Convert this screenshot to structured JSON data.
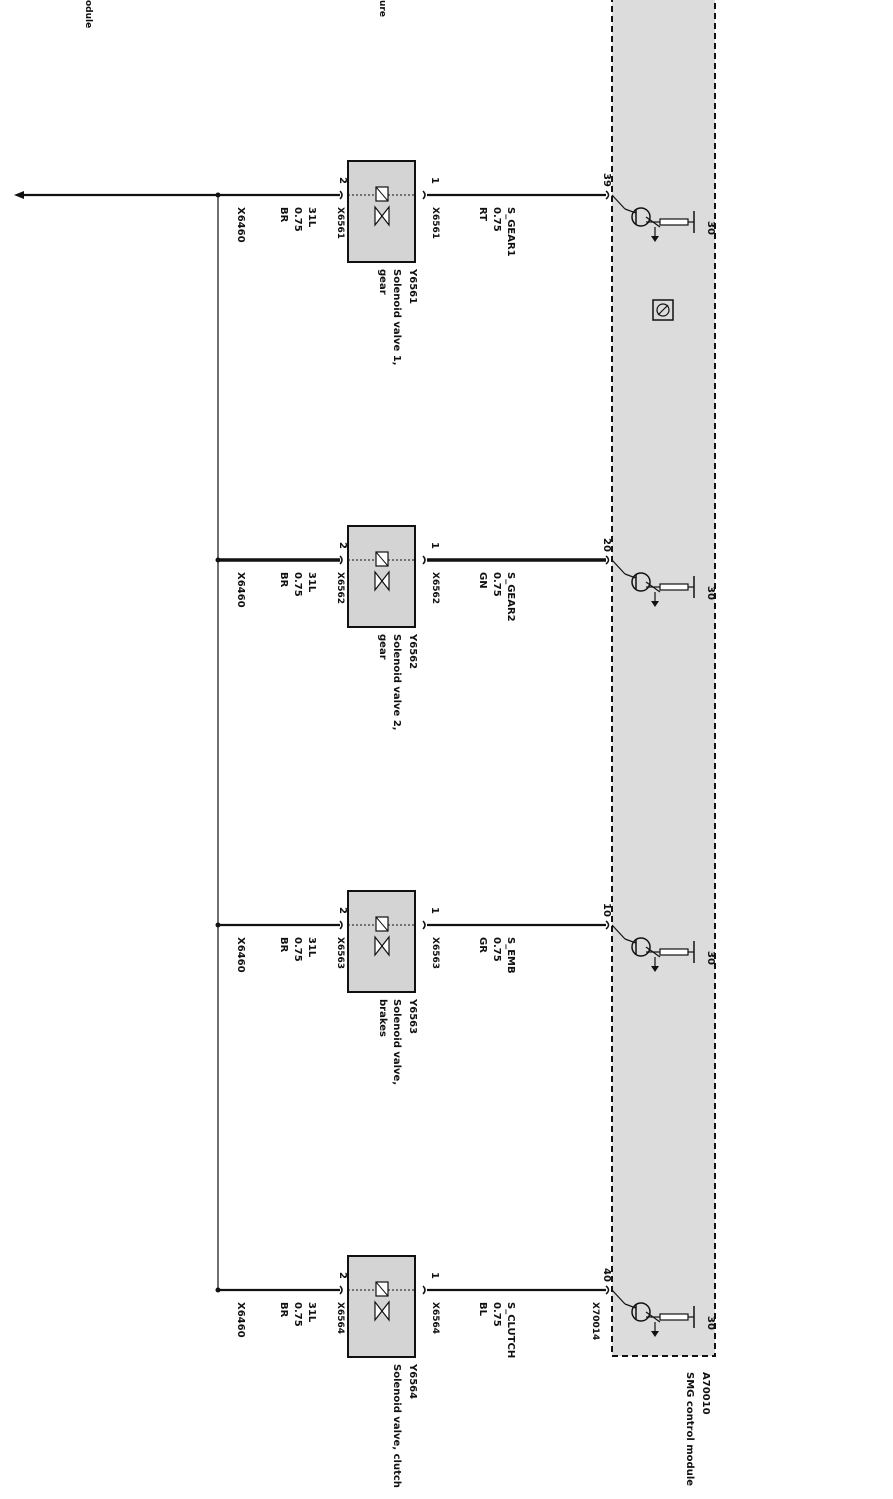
{
  "diagram": {
    "top_fragments": {
      "left": "odule",
      "right": "ure"
    },
    "ground_connector": "X6460",
    "module": {
      "id": "A70010",
      "name": "SMG control module",
      "connector": "X70014",
      "pin_ref": "30"
    },
    "valves": [
      {
        "id": "Y6561",
        "desc_line1": "Solenoid valve 1,",
        "desc_line2": "gear",
        "connector": "X6561",
        "pin1": "1",
        "pin2": "2",
        "signal": "S_GEAR1",
        "sig_size": "0.75",
        "sig_color": "RT",
        "gnd_wire": "31L",
        "gnd_size": "0.75",
        "gnd_color": "BR",
        "module_pin": "39",
        "ground_connector": "X6460"
      },
      {
        "id": "Y6562",
        "desc_line1": "Solenoid valve 2,",
        "desc_line2": "gear",
        "connector": "X6562",
        "pin1": "1",
        "pin2": "2",
        "signal": "S_GEAR2",
        "sig_size": "0.75",
        "sig_color": "GN",
        "gnd_wire": "31L",
        "gnd_size": "0.75",
        "gnd_color": "BR",
        "module_pin": "20",
        "ground_connector": "X6460"
      },
      {
        "id": "Y6563",
        "desc_line1": "Solenoid valve,",
        "desc_line2": "brakes",
        "connector": "X6563",
        "pin1": "1",
        "pin2": "2",
        "signal": "S_EMB",
        "sig_size": "0.75",
        "sig_color": "GR",
        "gnd_wire": "31L",
        "gnd_size": "0.75",
        "gnd_color": "BR",
        "module_pin": "10",
        "ground_connector": "X6460"
      },
      {
        "id": "Y6564",
        "desc_line1": "Solenoid valve, clutch",
        "desc_line2": "",
        "connector": "X6564",
        "pin1": "1",
        "pin2": "2",
        "signal": "S_CLUTCH",
        "sig_size": "0.75",
        "sig_color": "BL",
        "gnd_wire": "31L",
        "gnd_size": "0.75",
        "gnd_color": "BR",
        "module_pin": "40",
        "ground_connector": "X6460"
      }
    ]
  }
}
